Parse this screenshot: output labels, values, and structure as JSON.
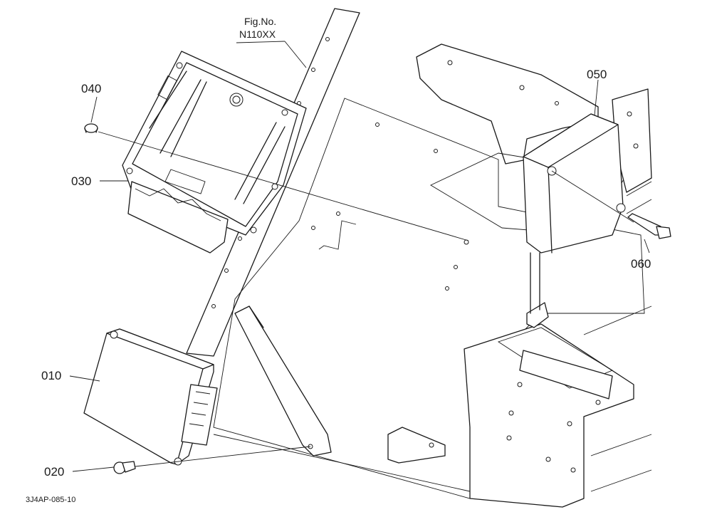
{
  "figure_reference": {
    "line1": "Fig.No.",
    "line2": "N110XX"
  },
  "callouts": [
    {
      "id": "040",
      "label": "040"
    },
    {
      "id": "030",
      "label": "030"
    },
    {
      "id": "050",
      "label": "050"
    },
    {
      "id": "060",
      "label": "060"
    },
    {
      "id": "010",
      "label": "010"
    },
    {
      "id": "020",
      "label": "020"
    }
  ],
  "drawing_code": "3J4AP-085-10"
}
